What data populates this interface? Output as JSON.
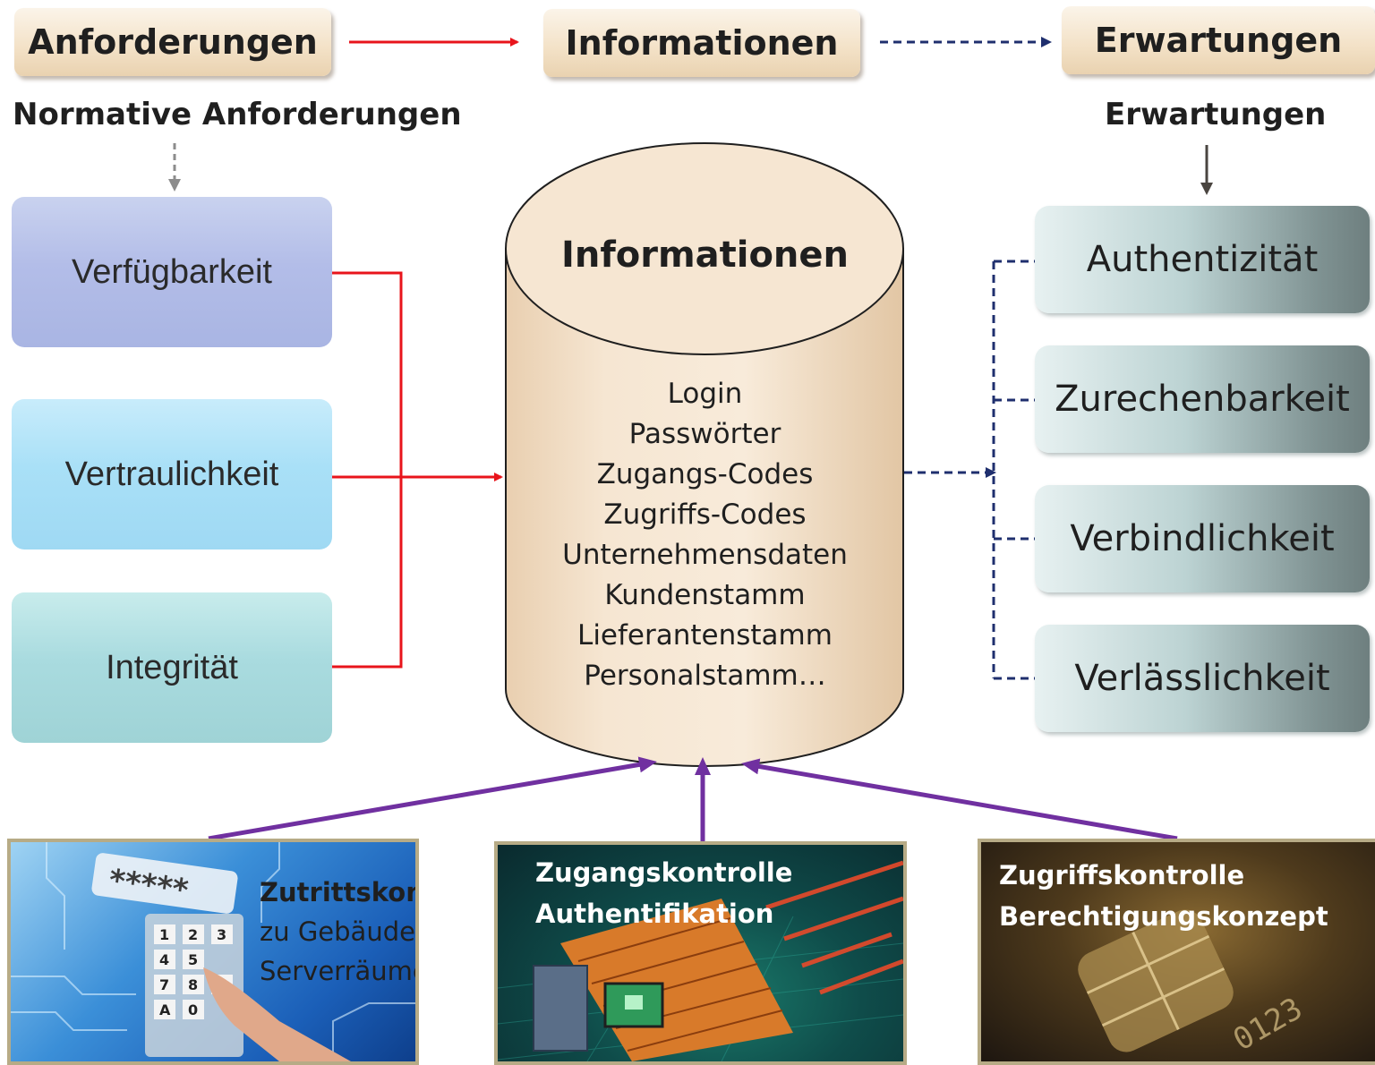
{
  "header": {
    "anforderungen": "Anforderungen",
    "informationen": "Informationen",
    "erwartungen": "Erwartungen"
  },
  "left": {
    "heading": "Normative Anforderungen",
    "items": [
      "Verfügbarkeit",
      "Vertraulichkeit",
      "Integrität"
    ]
  },
  "right": {
    "heading": "Erwartungen",
    "items": [
      "Authentizität",
      "Zurechenbarkeit",
      "Verbindlichkeit",
      "Verlässlichkeit"
    ]
  },
  "database": {
    "title": "Informationen",
    "items": [
      "Login",
      "Passwörter",
      "Zugangs-Codes",
      "Zugriffs-Codes",
      "Unternehmensdaten",
      "Kundenstamm",
      "Lieferantenstamm",
      "Personalstamm…"
    ]
  },
  "controls": [
    {
      "title": "Zutrittskontrolle",
      "line1": "zu Gebäuden und",
      "line2": "Serverräumen...",
      "image_icon": "keypad-password-icon"
    },
    {
      "title": "Zugangskontrolle",
      "line1": "Authentifikation",
      "image_icon": "firewall-icon"
    },
    {
      "title": "Zugriffskontrolle",
      "line1": "Berechtigungskonzept",
      "image_icon": "chip-card-icon"
    }
  ],
  "colors": {
    "red_arrow": "#e8141b",
    "navy_dashed": "#1f2f6e",
    "purple_arrow": "#7030a0",
    "gray_arrow": "#8c8c8c",
    "cylinder_fill": "#f6e6d2"
  }
}
